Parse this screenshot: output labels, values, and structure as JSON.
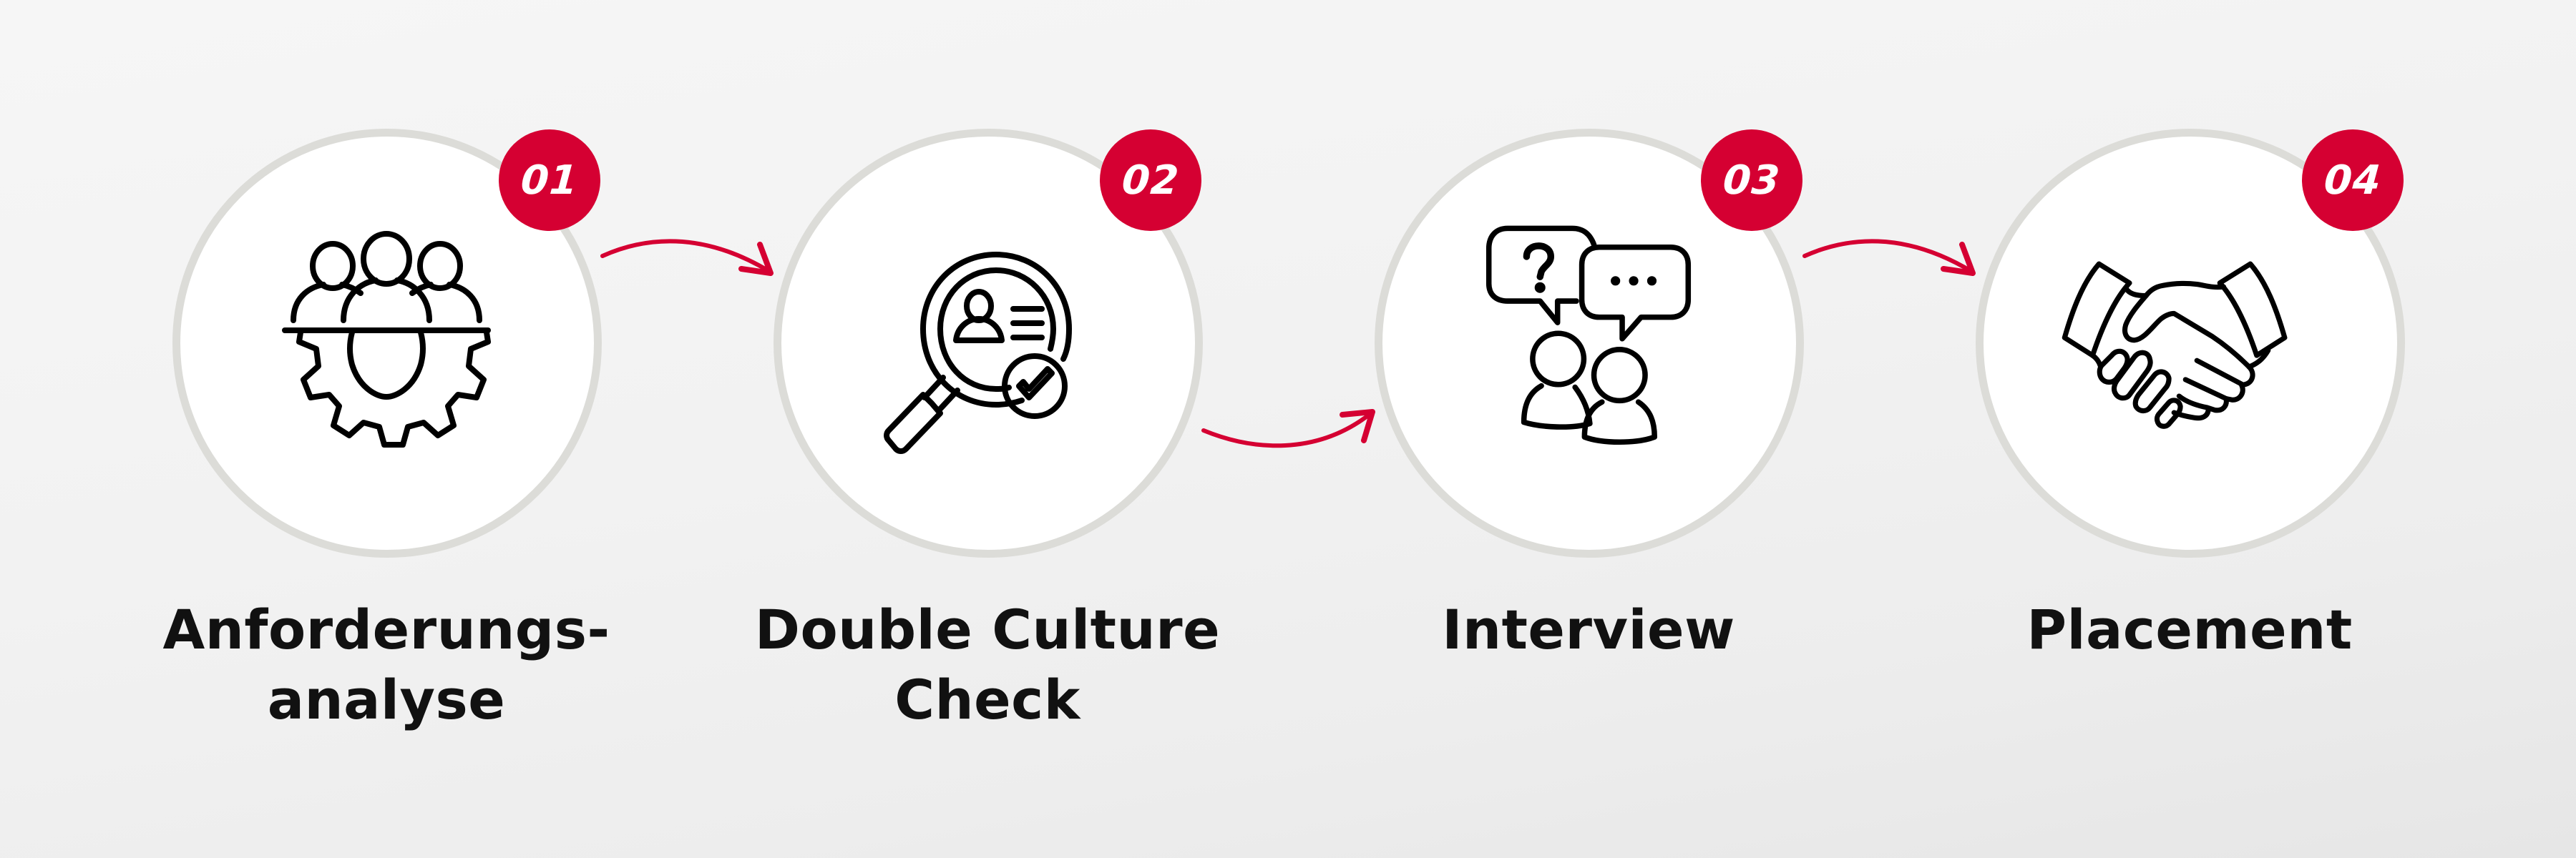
{
  "process": {
    "accent_color": "#D50032",
    "ring_color": "#DCDCD8",
    "steps": [
      {
        "number": "01",
        "icon": "team-gear-icon",
        "label_line1": "Anforderungs-",
        "label_line2": "analyse"
      },
      {
        "number": "02",
        "icon": "magnifier-profile-check-icon",
        "label_line1": "Double Culture",
        "label_line2": "Check"
      },
      {
        "number": "03",
        "icon": "interview-speech-bubbles-icon",
        "label_line1": "Interview",
        "label_line2": ""
      },
      {
        "number": "04",
        "icon": "handshake-icon",
        "label_line1": "Placement",
        "label_line2": ""
      }
    ],
    "connectors": [
      {
        "from": "01",
        "to": "02",
        "direction": "arc-down-right"
      },
      {
        "from": "02",
        "to": "03",
        "direction": "arc-up-right"
      },
      {
        "from": "03",
        "to": "04",
        "direction": "arc-down-right"
      }
    ]
  }
}
